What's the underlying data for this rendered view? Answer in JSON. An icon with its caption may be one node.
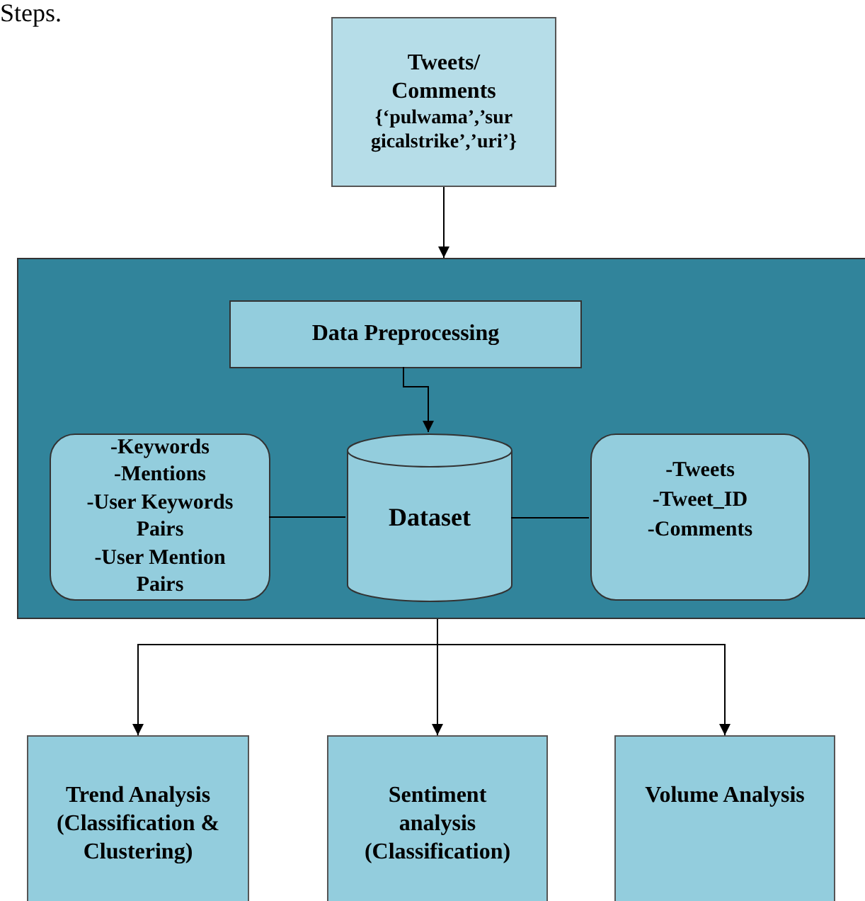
{
  "diagram": {
    "nodes": [
      {
        "text": [
          "Tweets/ Comments",
          "{‘pulwama’,’sur gicalstrike’,’uri’}"
        ]
      },
      {
        "text": [],
        "shape": "box"
      },
      {
        "text": [
          "Data Preprocessing"
        ],
        "in": 1
      },
      {
        "text": [
          "-Keywords",
          "-Mentions",
          "-User Keywords Pairs",
          "-User Mention Pairs"
        ],
        "in": 1
      },
      {
        "text": [
          "Dataset"
        ],
        "in": 1
      },
      {
        "text": [
          "-Tweets",
          "-Tweet_ID",
          "-Comments"
        ],
        "in": 1
      },
      {
        "text": [
          "Trend Analysis (Classification & Clustering)"
        ]
      },
      {
        "text": [
          "Sentiment analysis (Classification)"
        ]
      },
      {
        "text": [
          "Volume Analysis"
        ]
      }
    ],
    "edges": [
      {
        "from": 0,
        "to": 1,
        "arrow": "to"
      },
      {
        "from": 2,
        "to": 4,
        "arrow": "to"
      },
      {
        "from": 3,
        "to": 4,
        "arrow": "none"
      },
      {
        "from": 4,
        "to": 5,
        "arrow": "none"
      },
      {
        "from": 1,
        "to": 6,
        "arrow": "to"
      },
      {
        "from": 1,
        "to": 7,
        "arrow": "to"
      },
      {
        "from": 1,
        "to": 8,
        "arrow": "to"
      }
    ],
    "labels": [
      "Steps."
    ]
  }
}
